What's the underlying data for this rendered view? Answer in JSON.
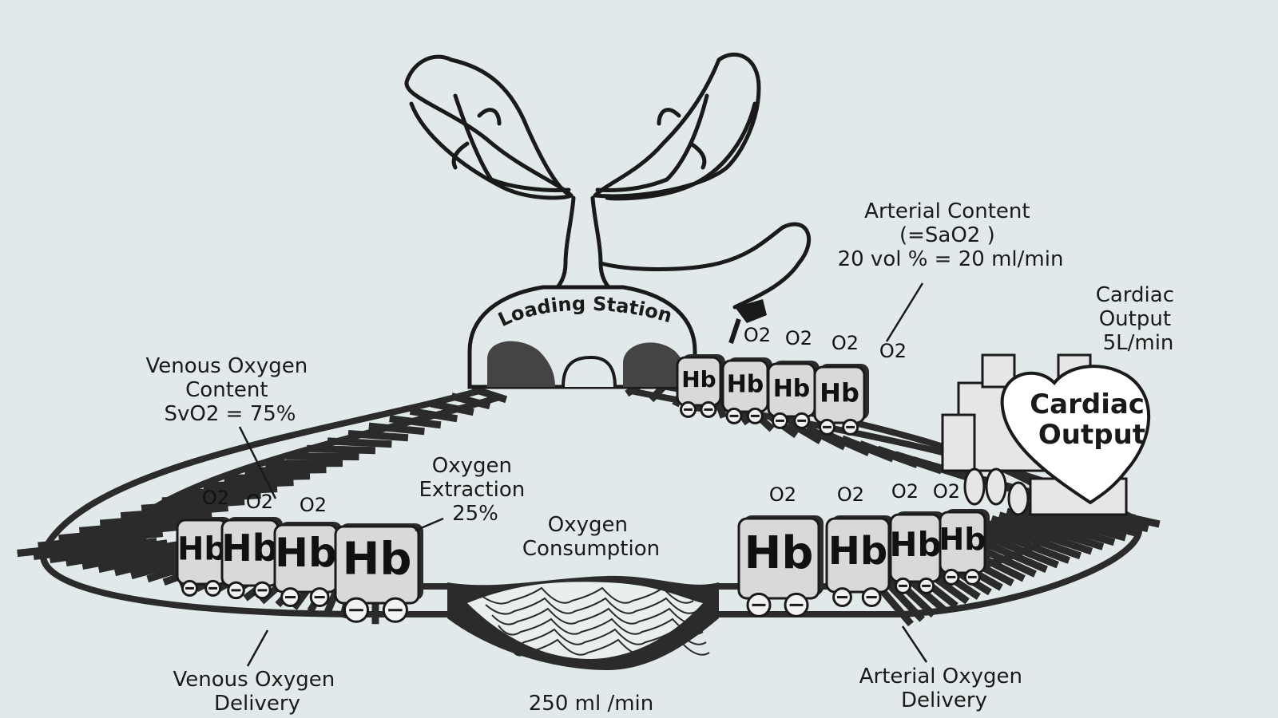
{
  "labels": {
    "loading_station": "Loading Station",
    "arterial_content": [
      "Arterial Content",
      "(=SaO2 )",
      "20 vol % = 20 ml/min"
    ],
    "cardiac_output_side": [
      "Cardiac",
      "Output",
      "5L/min"
    ],
    "cardiac_output_heart": [
      "Cardiac",
      "Output"
    ],
    "venous_content": [
      "Venous Oxygen",
      "Content",
      "SvO2 = 75%"
    ],
    "oxygen_extraction": [
      "Oxygen",
      "Extraction",
      "25%"
    ],
    "oxygen_consumption": [
      "Oxygen",
      "Consumption"
    ],
    "consumption_value": "250 ml /min",
    "venous_delivery": [
      "Venous Oxygen",
      "Delivery"
    ],
    "arterial_delivery": [
      "Arterial Oxygen",
      "Delivery"
    ]
  },
  "car_label": "Hb",
  "o2_label": "O2",
  "colors": {
    "background": "#e1e9ea",
    "line": "#1a1a1a",
    "track": "#2b2b2b",
    "car_face": "#d9d9d9"
  }
}
